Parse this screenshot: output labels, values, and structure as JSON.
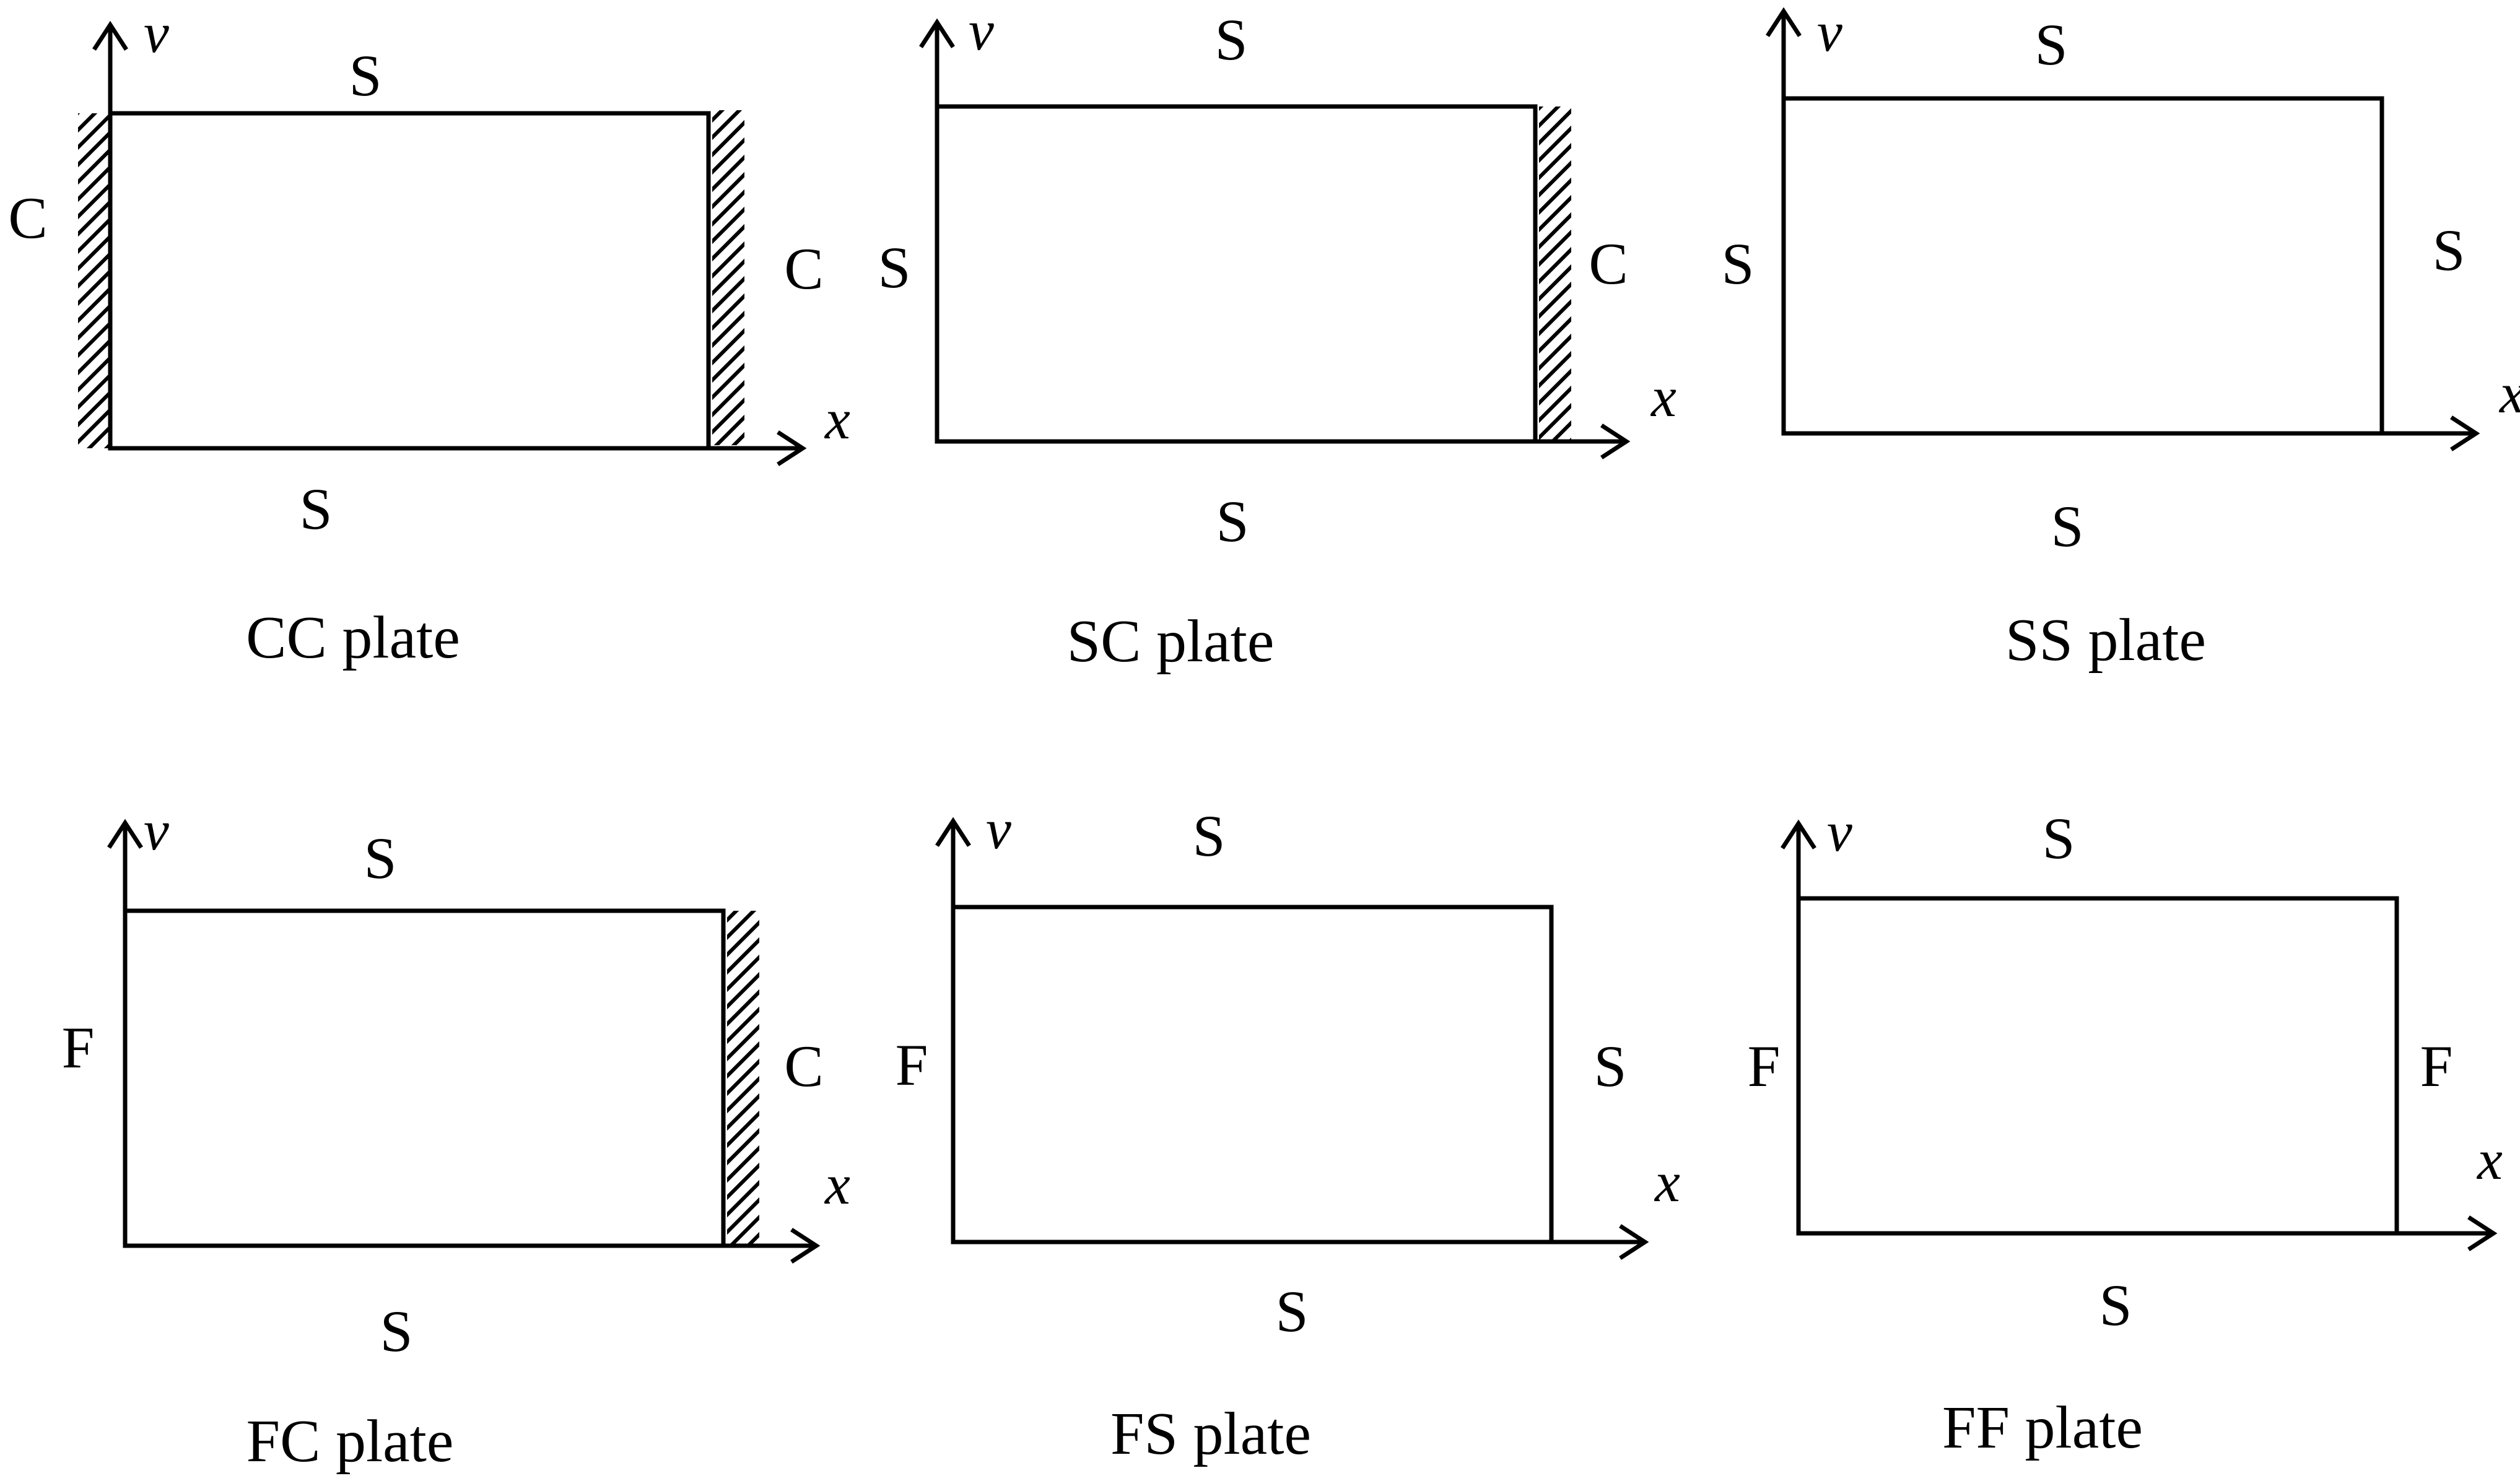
{
  "axes": {
    "x_label": "x",
    "y_label": "v"
  },
  "plates": [
    {
      "id": "cc",
      "caption": "CC plate",
      "top": "S",
      "bottom": "S",
      "left": "C",
      "right": "C"
    },
    {
      "id": "sc",
      "caption": "SC plate",
      "top": "S",
      "bottom": "S",
      "left": "S",
      "right": "C"
    },
    {
      "id": "ss",
      "caption": "SS plate",
      "top": "S",
      "bottom": "S",
      "left": "S",
      "right": "S"
    },
    {
      "id": "fc",
      "caption": "FC plate",
      "top": "S",
      "bottom": "S",
      "left": "F",
      "right": "C"
    },
    {
      "id": "fs",
      "caption": "FS plate",
      "top": "S",
      "bottom": "S",
      "left": "F",
      "right": "S"
    },
    {
      "id": "ff",
      "caption": "FF plate",
      "top": "S",
      "bottom": "S",
      "left": "F",
      "right": "F"
    }
  ]
}
